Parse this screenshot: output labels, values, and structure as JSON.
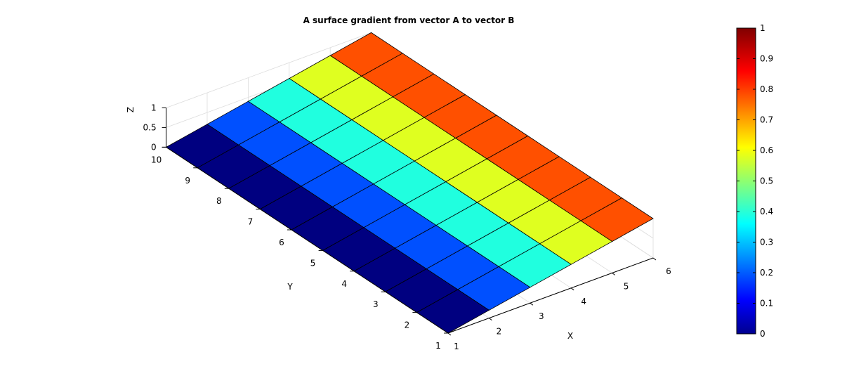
{
  "chart_data": {
    "type": "surface",
    "title": "A surface gradient from vector A to vector B",
    "xlabel": "X",
    "ylabel": "Y",
    "zlabel": "Z",
    "x": [
      1,
      2,
      3,
      4,
      5,
      6
    ],
    "y": [
      1,
      2,
      3,
      4,
      5,
      6,
      7,
      8,
      9,
      10
    ],
    "z_by_x": [
      0,
      0.2,
      0.4,
      0.6,
      0.8,
      1.0
    ],
    "xlim": [
      1,
      6
    ],
    "ylim": [
      1,
      10
    ],
    "zlim": [
      0,
      1
    ],
    "x_ticks": [
      "1",
      "2",
      "3",
      "4",
      "5",
      "6"
    ],
    "y_ticks": [
      "1",
      "2",
      "3",
      "4",
      "5",
      "6",
      "7",
      "8",
      "9",
      "10"
    ],
    "z_ticks": [
      "0",
      "0.5",
      "1"
    ],
    "colormap": "jet",
    "face_colors": [
      "#000080",
      "#0050ff",
      "#20ffdf",
      "#dfff20",
      "#ff5000"
    ],
    "colorbar": {
      "ticks": [
        "0",
        "0.1",
        "0.2",
        "0.3",
        "0.4",
        "0.5",
        "0.6",
        "0.7",
        "0.8",
        "0.9",
        "1"
      ],
      "limits": [
        0,
        1
      ]
    },
    "grid": true
  }
}
